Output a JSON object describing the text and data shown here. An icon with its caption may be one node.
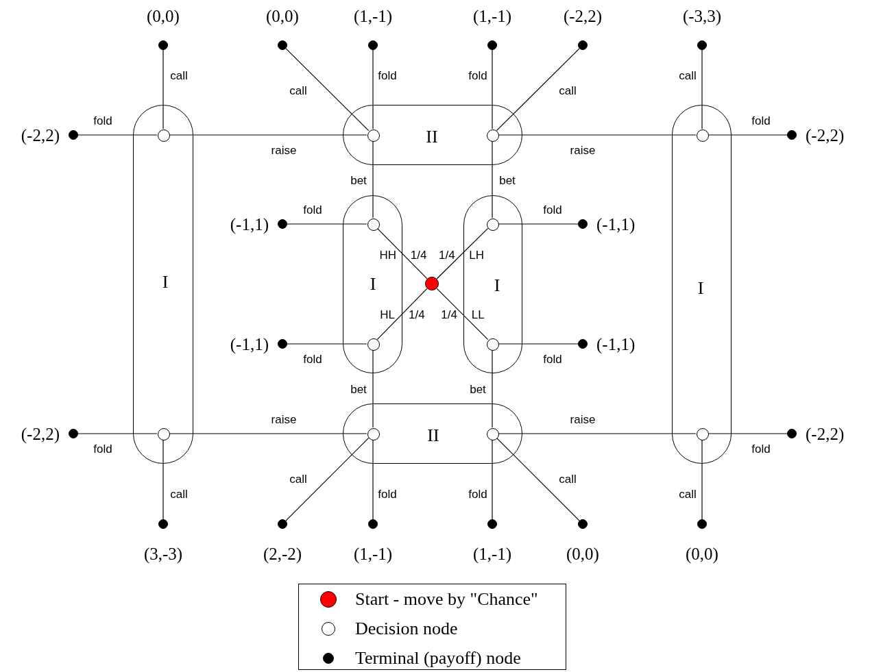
{
  "diagram": {
    "nodes": [
      {
        "text": [],
        "shape": "dot",
        "beside": [
          "(0,0)"
        ]
      },
      {
        "text": [],
        "shape": "dot",
        "beside": [
          "(0,0)"
        ]
      },
      {
        "text": [],
        "shape": "dot",
        "beside": [
          "(1,-1)"
        ]
      },
      {
        "text": [],
        "shape": "dot",
        "beside": [
          "(1,-1)"
        ]
      },
      {
        "text": [],
        "shape": "dot",
        "beside": [
          "(-2,2)"
        ]
      },
      {
        "text": [],
        "shape": "dot",
        "beside": [
          "(-3,3)"
        ]
      },
      {
        "text": [
          "I"
        ]
      },
      {
        "text": [],
        "shape": "circle",
        "in": 6
      },
      {
        "text": [],
        "shape": "circle",
        "in": 6
      },
      {
        "text": [
          "II"
        ]
      },
      {
        "text": [],
        "shape": "circle",
        "in": 9
      },
      {
        "text": [],
        "shape": "circle",
        "in": 9
      },
      {
        "text": [
          "I"
        ]
      },
      {
        "text": [],
        "shape": "circle",
        "in": 12
      },
      {
        "text": [],
        "shape": "circle",
        "in": 12
      },
      {
        "text": [],
        "shape": "dot",
        "beside": [
          "(-2,2)"
        ]
      },
      {
        "text": [],
        "shape": "dot",
        "beside": [
          "(-2,2)"
        ]
      },
      {
        "text": [
          "I"
        ]
      },
      {
        "text": [],
        "shape": "circle",
        "in": 17
      },
      {
        "text": [],
        "shape": "circle",
        "in": 17
      },
      {
        "text": [
          "I"
        ]
      },
      {
        "text": [],
        "shape": "circle",
        "in": 20
      },
      {
        "text": [],
        "shape": "circle",
        "in": 20
      },
      {
        "text": [],
        "shape": "dot",
        "beside": [
          "(-1,1)"
        ]
      },
      {
        "text": [],
        "shape": "dot",
        "beside": [
          "(-1,1)"
        ]
      },
      {
        "text": [],
        "shape": "circle"
      },
      {
        "text": [],
        "shape": "dot",
        "beside": [
          "(-1,1)"
        ]
      },
      {
        "text": [],
        "shape": "dot",
        "beside": [
          "(-1,1)"
        ]
      },
      {
        "text": [
          "II"
        ]
      },
      {
        "text": [],
        "shape": "circle",
        "in": 28
      },
      {
        "text": [],
        "shape": "circle",
        "in": 28
      },
      {
        "text": [],
        "shape": "dot",
        "beside": [
          "(-2,2)"
        ]
      },
      {
        "text": [],
        "shape": "dot",
        "beside": [
          "(-2,2)"
        ]
      },
      {
        "text": [],
        "shape": "dot",
        "beside": [
          "(3,-3)"
        ]
      },
      {
        "text": [],
        "shape": "dot",
        "beside": [
          "(2,-2)"
        ]
      },
      {
        "text": [],
        "shape": "dot",
        "beside": [
          "(1,-1)"
        ]
      },
      {
        "text": [],
        "shape": "dot",
        "beside": [
          "(1,-1)"
        ]
      },
      {
        "text": [],
        "shape": "dot",
        "beside": [
          "(0,0)"
        ]
      },
      {
        "text": [],
        "shape": "dot",
        "beside": [
          "(0,0)"
        ]
      }
    ],
    "edges": [
      {
        "from": 25,
        "to": 18,
        "arrow": "none",
        "label": "HH 1/4"
      },
      {
        "from": 25,
        "to": 21,
        "arrow": "none",
        "label": "1/4 LH"
      },
      {
        "from": 25,
        "to": 19,
        "arrow": "none",
        "label": "HL 1/4"
      },
      {
        "from": 25,
        "to": 22,
        "arrow": "none",
        "label": "1/4 LL"
      },
      {
        "from": 18,
        "to": 23,
        "arrow": "none",
        "label": "fold"
      },
      {
        "from": 18,
        "to": 10,
        "arrow": "none",
        "label": "bet"
      },
      {
        "from": 21,
        "to": 24,
        "arrow": "none",
        "label": "fold"
      },
      {
        "from": 21,
        "to": 11,
        "arrow": "none",
        "label": "bet"
      },
      {
        "from": 19,
        "to": 26,
        "arrow": "none",
        "label": "fold"
      },
      {
        "from": 19,
        "to": 29,
        "arrow": "none",
        "label": "bet"
      },
      {
        "from": 22,
        "to": 27,
        "arrow": "none",
        "label": "fold"
      },
      {
        "from": 22,
        "to": 30,
        "arrow": "none",
        "label": "bet"
      },
      {
        "from": 10,
        "to": 1,
        "arrow": "none",
        "label": "call"
      },
      {
        "from": 10,
        "to": 2,
        "arrow": "none",
        "label": "fold"
      },
      {
        "from": 10,
        "to": 7,
        "arrow": "none",
        "label": "raise"
      },
      {
        "from": 11,
        "to": 3,
        "arrow": "none",
        "label": "fold"
      },
      {
        "from": 11,
        "to": 4,
        "arrow": "none",
        "label": "call"
      },
      {
        "from": 11,
        "to": 13,
        "arrow": "none",
        "label": "raise"
      },
      {
        "from": 7,
        "to": 0,
        "arrow": "none",
        "label": "call"
      },
      {
        "from": 7,
        "to": 15,
        "arrow": "none",
        "label": "fold"
      },
      {
        "from": 13,
        "to": 5,
        "arrow": "none",
        "label": "call"
      },
      {
        "from": 13,
        "to": 16,
        "arrow": "none",
        "label": "fold"
      },
      {
        "from": 29,
        "to": 34,
        "arrow": "none",
        "label": "call"
      },
      {
        "from": 29,
        "to": 35,
        "arrow": "none",
        "label": "fold"
      },
      {
        "from": 29,
        "to": 8,
        "arrow": "none",
        "label": "raise"
      },
      {
        "from": 30,
        "to": 36,
        "arrow": "none",
        "label": "fold"
      },
      {
        "from": 30,
        "to": 37,
        "arrow": "none",
        "label": "call"
      },
      {
        "from": 30,
        "to": 14,
        "arrow": "none",
        "label": "raise"
      },
      {
        "from": 8,
        "to": 31,
        "arrow": "none",
        "label": "fold"
      },
      {
        "from": 8,
        "to": 33,
        "arrow": "none",
        "label": "call"
      },
      {
        "from": 14,
        "to": 32,
        "arrow": "none",
        "label": "fold"
      },
      {
        "from": 14,
        "to": 38,
        "arrow": "none",
        "label": "call"
      }
    ],
    "legend": [
      {
        "text": "Start - move by \"Chance\"",
        "color": "#ff0000"
      },
      {
        "text": "Decision node"
      },
      {
        "text": "Terminal (payoff) node",
        "color": "#000000"
      }
    ]
  }
}
